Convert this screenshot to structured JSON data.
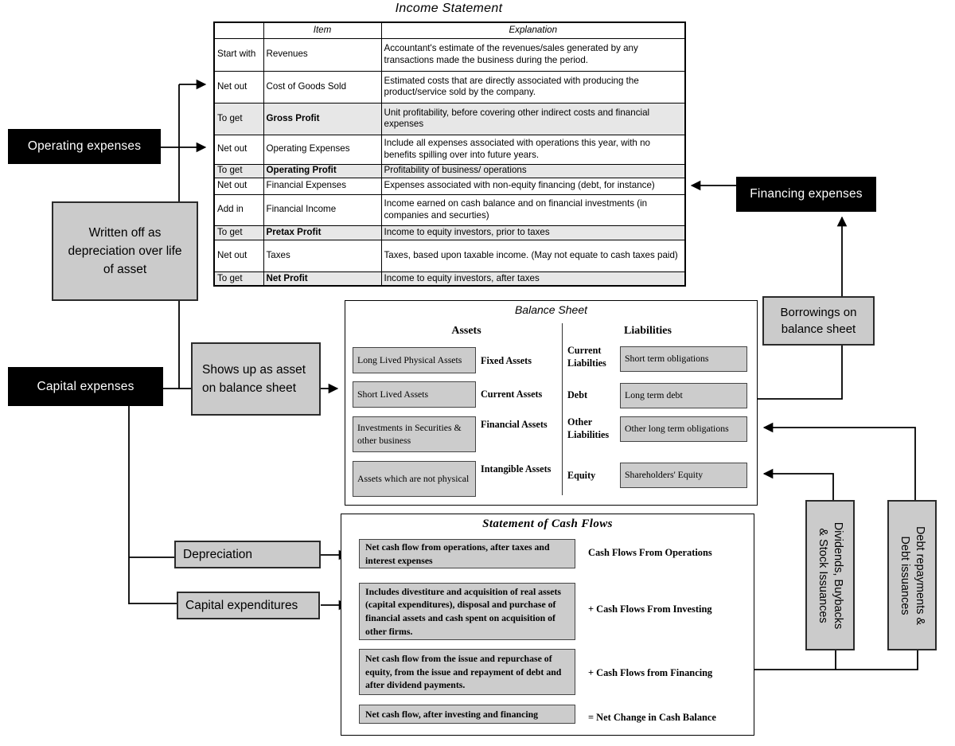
{
  "income_statement": {
    "title": "Income Statement",
    "headers": {
      "item": "Item",
      "explanation": "Explanation"
    },
    "rows": [
      {
        "op": "Start with",
        "item": "Revenues",
        "explanation": "Accountant's estimate of the revenues/sales generated by any transactions made the business during the period."
      },
      {
        "op": "Net out",
        "item": "Cost of Goods Sold",
        "explanation": "Estimated costs that are directly associated with producing the product/service sold by the company."
      },
      {
        "op": "To get",
        "item": "Gross Profit",
        "explanation": "Unit profitability, before covering other indirect costs and financial expenses"
      },
      {
        "op": "Net out",
        "item": "Operating Expenses",
        "explanation": "Include all expenses associated with operations this year, with no benefits spilling over into future years."
      },
      {
        "op": "To get",
        "item": "Operating Profit",
        "explanation": "Profitability of business/ operations"
      },
      {
        "op": "Net out",
        "item": "Financial Expenses",
        "explanation": "Expenses associated with non-equity financing (debt, for instance)"
      },
      {
        "op": "Add in",
        "item": "Financial Income",
        "explanation": "Income earned on cash balance and on financial investments (in companies and securties)"
      },
      {
        "op": "To get",
        "item": "Pretax Profit",
        "explanation": "Income to equity investors, prior to taxes"
      },
      {
        "op": "Net out",
        "item": "Taxes",
        "explanation": "Taxes, based upon taxable income. (May not equate to cash taxes paid)"
      },
      {
        "op": "To get",
        "item": "Net Profit",
        "explanation": "Income to equity investors, after taxes"
      }
    ]
  },
  "balance_sheet": {
    "title": "Balance Sheet",
    "assets_header": "Assets",
    "liabilities_header": "Liabilities",
    "asset_items": [
      {
        "box": "Long Lived Physical Assets",
        "label": "Fixed Assets"
      },
      {
        "box": "Short Lived Assets",
        "label": "Current Assets"
      },
      {
        "box": "Investments in Securities & other business",
        "label": "Financial Assets"
      },
      {
        "box": "Assets which are not physical",
        "label": "Intangible Assets"
      }
    ],
    "liability_items": [
      {
        "label": "Current Liabilties",
        "box": "Short term obligations"
      },
      {
        "label": "Debt",
        "box": "Long term debt"
      },
      {
        "label": "Other Liabilities",
        "box": "Other long term obligations"
      },
      {
        "label": "Equity",
        "box": "Shareholders' Equity"
      }
    ]
  },
  "cash_flow": {
    "title": "Statement of Cash Flows",
    "items": [
      {
        "box": "Net cash flow from operations, after taxes and interest expenses",
        "label": "Cash Flows From Operations"
      },
      {
        "box": "Includes divestiture and acquisition of real assets (capital expenditures), disposal and purchase of financial assets and cash spent on acquisition of other firms.",
        "label": "+ Cash Flows From Investing"
      },
      {
        "box": "Net cash flow from the issue and repurchase of equity, from the issue and repayment of debt and after dividend payments.",
        "label": "+ Cash Flows from Financing"
      },
      {
        "box": "Net cash flow, after investing and financing",
        "label": "= Net Change in Cash Balance"
      }
    ]
  },
  "annotations": {
    "operating_expenses": "Operating expenses",
    "capital_expenses": "Capital expenses",
    "financing_expenses": "Financing expenses",
    "written_off": "Written off as depreciation over life of asset",
    "shows_up": "Shows up as asset on balance sheet",
    "depreciation": "Depreciation",
    "capital_expenditures": "Capital expenditures",
    "borrowings": "Borrowings on balance sheet",
    "dividends": "Dividends, Buybacks & Stock Issuances",
    "debt_repayments": "Debt repayments & Debt issuances"
  },
  "colors": {
    "black_box": "#000000",
    "gray_box": "#cbcbcb",
    "row_highlight": "#e7e7e7"
  }
}
